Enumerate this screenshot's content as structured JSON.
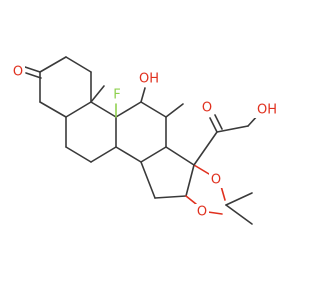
{
  "molecule": {
    "atoms": {
      "ketone_o": {
        "text": "O",
        "color": "#e0301e"
      },
      "fluorine": {
        "text": "F",
        "color": "#8fd14f"
      },
      "hydroxyl_11": {
        "text": "OH",
        "color": "#e0301e"
      },
      "side_chain_carbonyl_o": {
        "text": "O",
        "color": "#e0301e"
      },
      "side_chain_oh": {
        "text": "OH",
        "color": "#e0301e"
      },
      "acetonide_o_upper": {
        "text": "O",
        "color": "#e0301e"
      },
      "acetonide_o_lower": {
        "text": "O",
        "color": "#e0301e"
      }
    },
    "colors": {
      "bond": "#3a3a3a",
      "oxygen": "#e0301e",
      "fluorine": "#8fd14f",
      "background": "#ffffff"
    }
  }
}
